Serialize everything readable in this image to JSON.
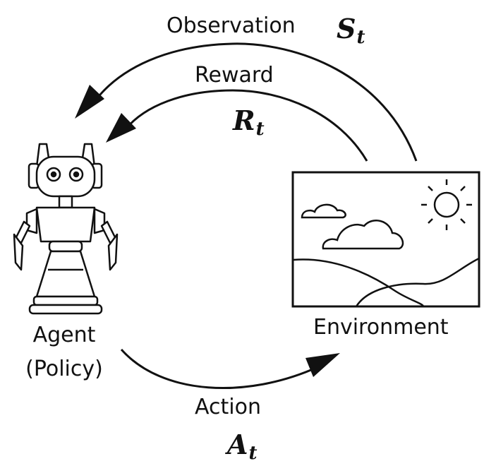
{
  "labels": {
    "observation": "Observation",
    "reward": "Reward",
    "action": "Action",
    "agent_line1": "Agent",
    "agent_line2": "(Policy)",
    "environment": "Environment"
  },
  "symbols": {
    "state": {
      "base": "S",
      "sub": "t"
    },
    "reward": {
      "base": "R",
      "sub": "t"
    },
    "action": {
      "base": "A",
      "sub": "t"
    }
  },
  "icons": {
    "agent": "robot-icon",
    "environment": "landscape-picture-icon",
    "sun": "sun-icon",
    "cloud": "cloud-icon"
  },
  "colors": {
    "stroke": "#111111",
    "background": "#ffffff"
  }
}
